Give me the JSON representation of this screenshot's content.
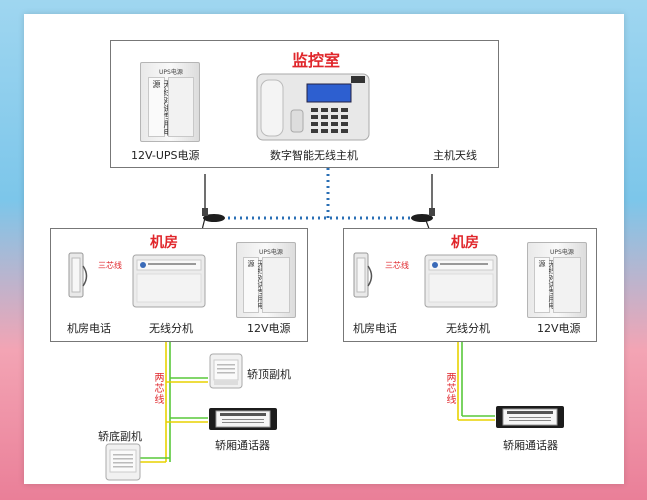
{
  "monitor_room": {
    "title": "监控室",
    "ups_label": "12V-UPS电源",
    "host_label": "数字智能无线主机",
    "antenna_label": "主机天线",
    "ups_plate_text": "无线对讲专用电源",
    "ups_header": "UPS电源"
  },
  "machine_room_left": {
    "title": "机房",
    "phone_label": "机房电话",
    "unit_label": "无线分机",
    "power_label": "12V电源",
    "wire_tag": "三芯线",
    "power_header": "UPS电源",
    "power_plate_text": "无线对讲专用电源"
  },
  "machine_room_right": {
    "title": "机房",
    "phone_label": "机房电话",
    "unit_label": "无线分机",
    "power_label": "12V电源",
    "wire_tag": "三芯线",
    "power_header": "UPS电源",
    "power_plate_text": "无线对讲专用电源"
  },
  "car_left": {
    "two_core_wire": "两芯线",
    "top_unit_label": "轿顶副机",
    "bottom_unit_label": "轿底副机",
    "car_intercom_label": "轿厢通话器"
  },
  "car_right": {
    "two_core_wire": "两芯线",
    "car_intercom_label": "轿厢通话器"
  },
  "colors": {
    "title_red": "#e0262b",
    "wire_yellow": "#e8d200",
    "wire_green": "#59c83a",
    "wireless_blue": "#2a6fb5"
  }
}
